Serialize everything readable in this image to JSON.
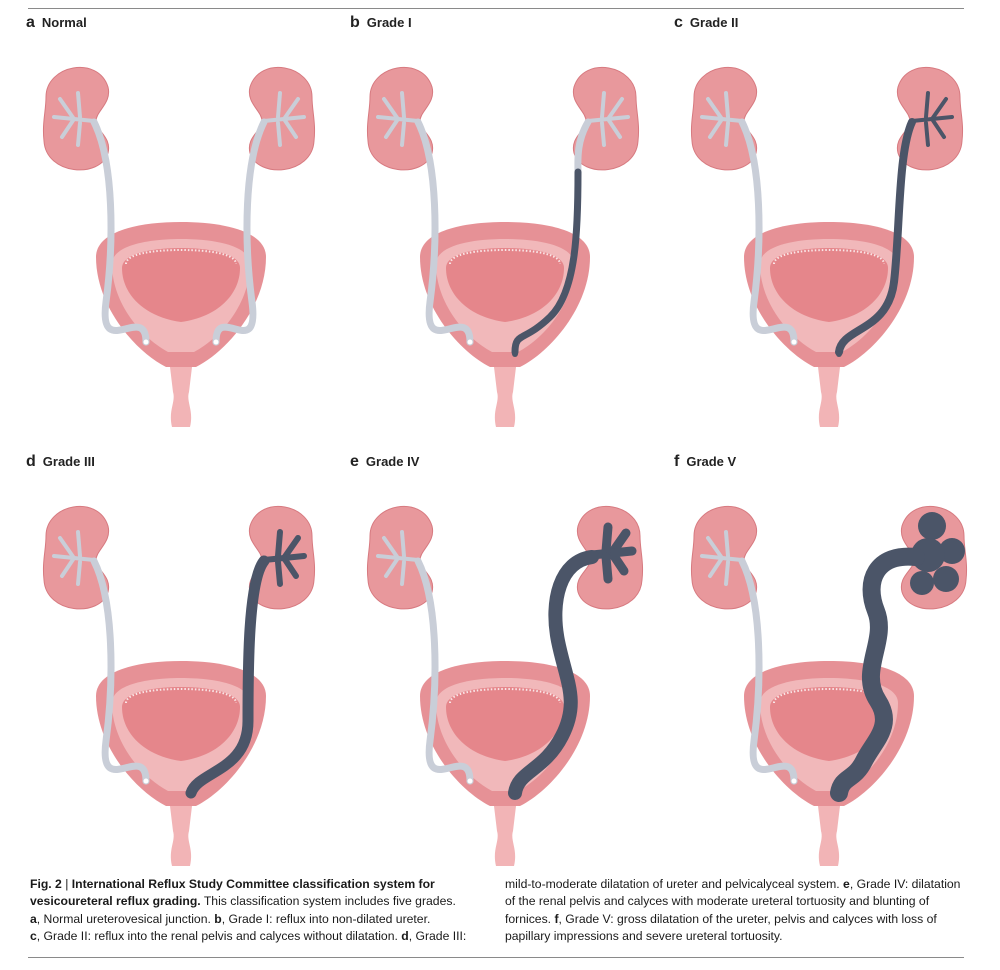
{
  "colors": {
    "kidney": "#e8989c",
    "kidney_edge": "#d77a80",
    "bladder_outer": "#e69196",
    "bladder_mid": "#f1b8ba",
    "bladder_inner": "#e5868b",
    "ureter_normal": "#c9ced8",
    "reflux": "#4b5568",
    "urethra": "#f2b4b6"
  },
  "panels": [
    {
      "letter": "a",
      "title": "Normal"
    },
    {
      "letter": "b",
      "title": "Grade I"
    },
    {
      "letter": "c",
      "title": "Grade II"
    },
    {
      "letter": "d",
      "title": "Grade III"
    },
    {
      "letter": "e",
      "title": "Grade IV"
    },
    {
      "letter": "f",
      "title": "Grade V"
    }
  ],
  "caption": {
    "fig_label": "Fig. 2",
    "separator": " | ",
    "title": "International Reflux Study Committee classification system for vesicoureteral reflux grading.",
    "intro": " This classification system includes five grades.",
    "items": [
      {
        "letter": "a",
        "text": ", Normal ureterovesical junction. "
      },
      {
        "letter": "b",
        "text": ", Grade I: reflux into non-dilated ureter."
      },
      {
        "letter": "c",
        "text": ", Grade II: reflux into the renal pelvis and calyces without dilatation. "
      },
      {
        "letter": "d",
        "text": ", Grade III: mild-to-moderate dilatation of ureter and pelvicalyceal system. "
      },
      {
        "letter": "e",
        "text": ", Grade IV: dilatation of the renal pelvis and calyces with moderate ureteral tortuosity and blunting of fornices. "
      },
      {
        "letter": "f",
        "text": ", Grade V: gross dilatation of the ureter, pelvis and calyces with loss of papillary impressions and severe ureteral tortuosity."
      }
    ]
  }
}
